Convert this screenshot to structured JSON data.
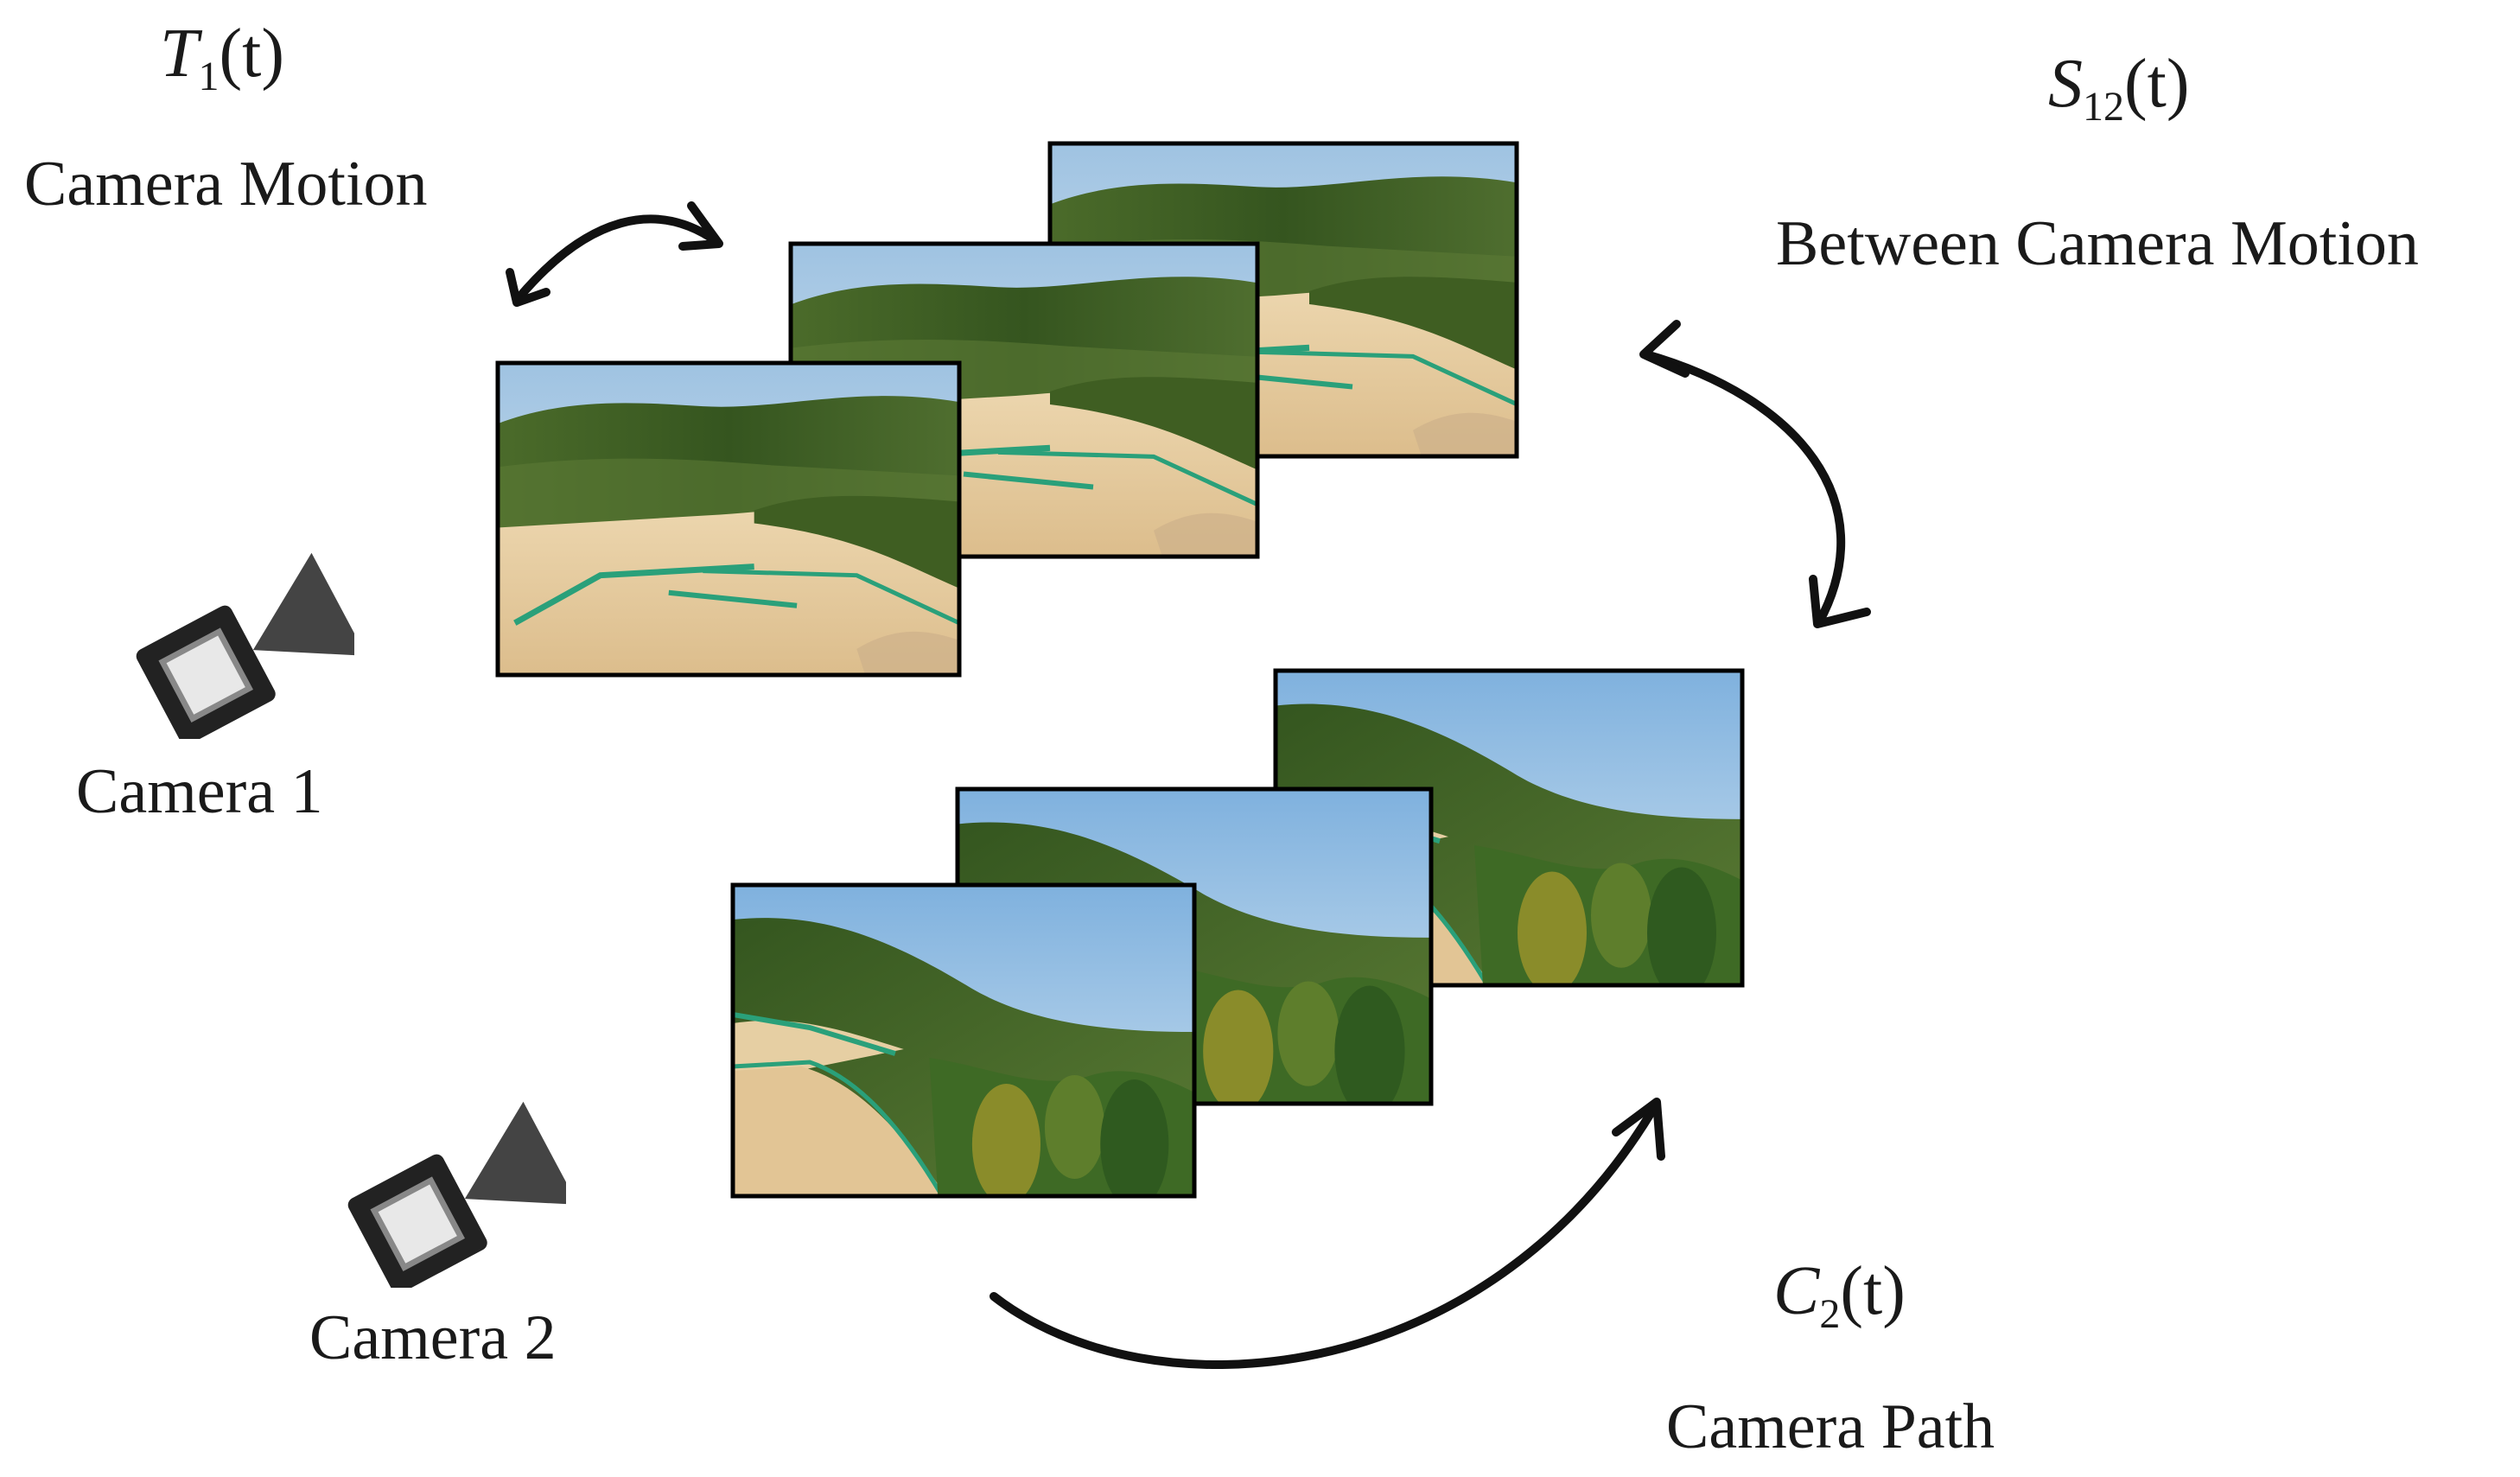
{
  "labels": {
    "t1_symbol": "T",
    "t1_sub": "1",
    "t1_arg": "(t)",
    "camera_motion": "Camera Motion",
    "s12_symbol": "S",
    "s12_sub": "12",
    "s12_arg": "(t)",
    "between_camera_motion": "Between Camera Motion",
    "camera1": "Camera 1",
    "camera2": "Camera 2",
    "c2_symbol": "C",
    "c2_sub": "2",
    "c2_arg": "(t)",
    "camera_path": "Camera Path"
  },
  "icons": {
    "camera1": "video-camera-icon",
    "camera2": "video-camera-icon"
  },
  "colors": {
    "sky": "#a9cbe6",
    "forest": "#3d5f25",
    "sand": "#e3c79a",
    "fence": "#2aa07a",
    "arrow": "#111111",
    "frame_border": "#000000"
  }
}
